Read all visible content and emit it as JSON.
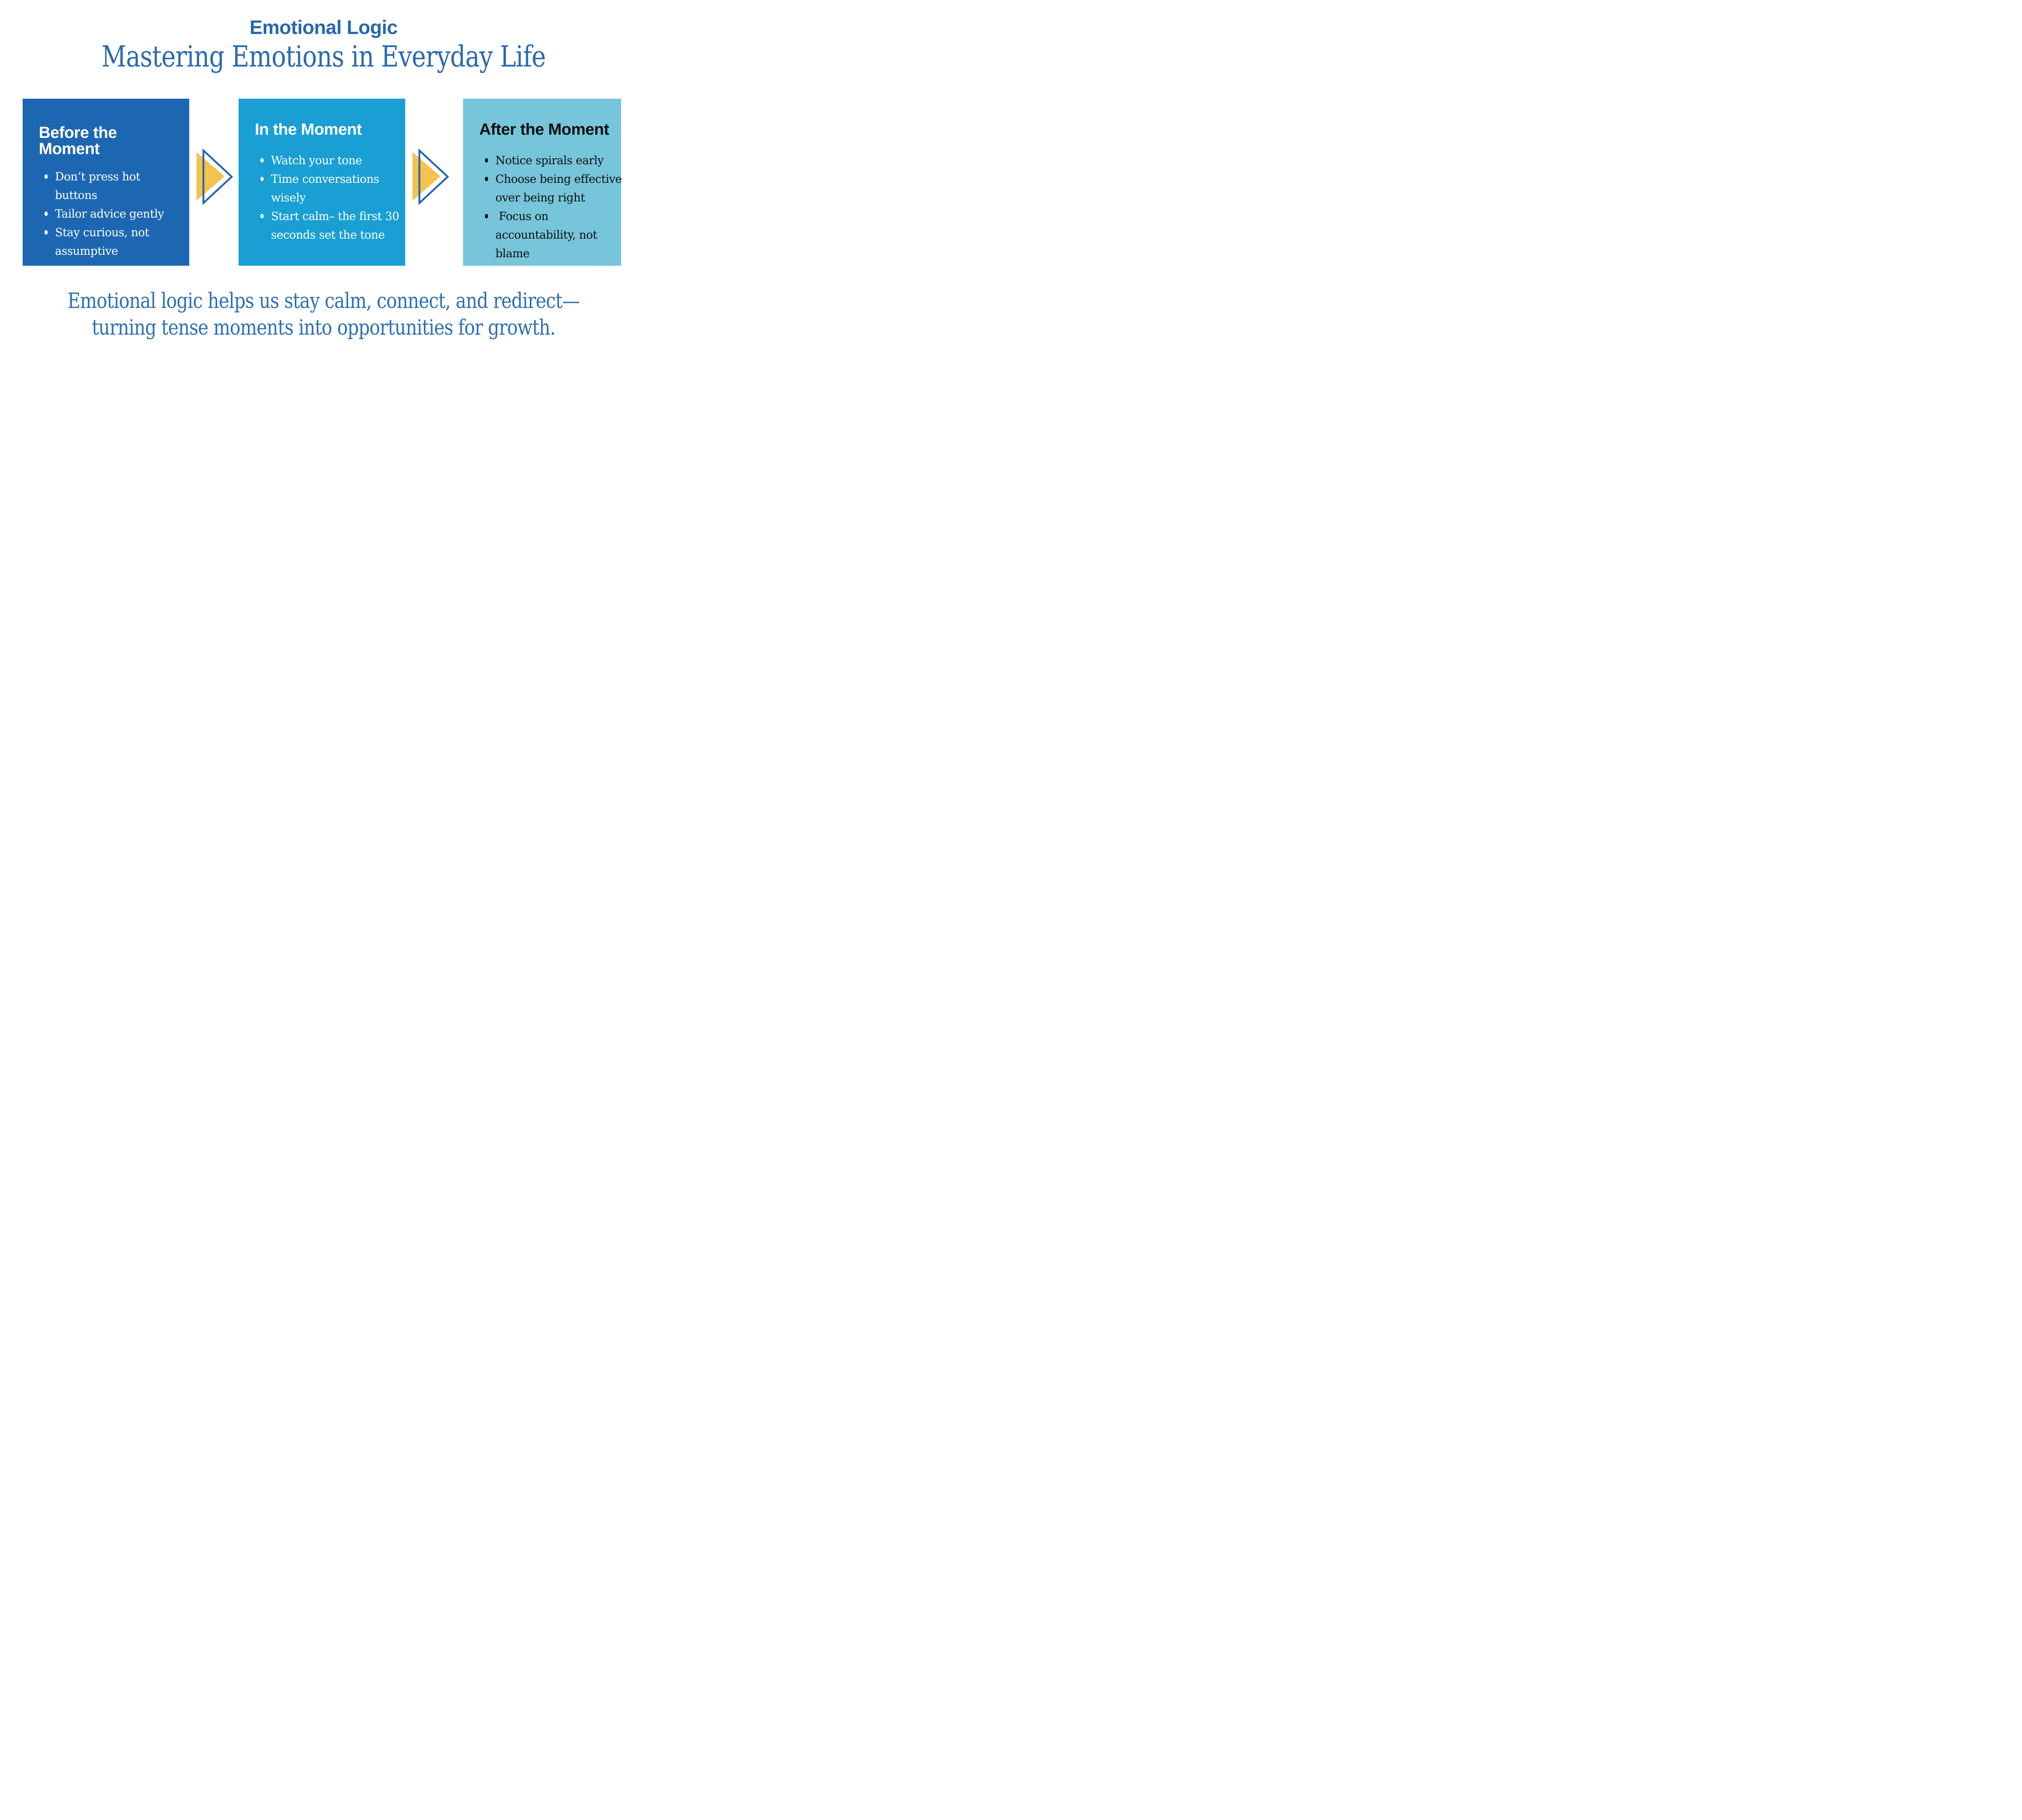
{
  "header": {
    "kicker": "Emotional Logic",
    "title": "Mastering Emotions in Everyday Life"
  },
  "stages": [
    {
      "heading": "Before the Moment",
      "bullets": [
        "Don’t press hot\nbuttons",
        "Tailor advice gently",
        "Stay curious, not\nassumptive"
      ]
    },
    {
      "heading": "In the Moment",
      "bullets": [
        "Watch your tone",
        "Time conversations\nwisely",
        "Start calm– the first 30\nseconds set the tone"
      ]
    },
    {
      "heading": "After the Moment",
      "bullets": [
        "Notice spirals early",
        "Choose being effective\nover being right",
        " Focus on\naccountability, not\nblame"
      ]
    }
  ],
  "arrows": {
    "icon": "double-right-triangle",
    "count": 2
  },
  "tagline": {
    "line1": "Emotional logic helps us stay calm, connect, and redirect—",
    "line2": "turning tense moments into opportunities for growth."
  },
  "colors": {
    "stage1_bg": "#1d67b2",
    "stage2_bg": "#199fd3",
    "stage3_bg": "#76c5da",
    "arrow_fill": "#f5c24f",
    "arrow_outline": "#2265ad",
    "heading_blue": "#2667ae",
    "subtitle_blue": "#2b6ab1",
    "tagline_blue": "#2e6fb4",
    "stage3_text": "#101010"
  }
}
